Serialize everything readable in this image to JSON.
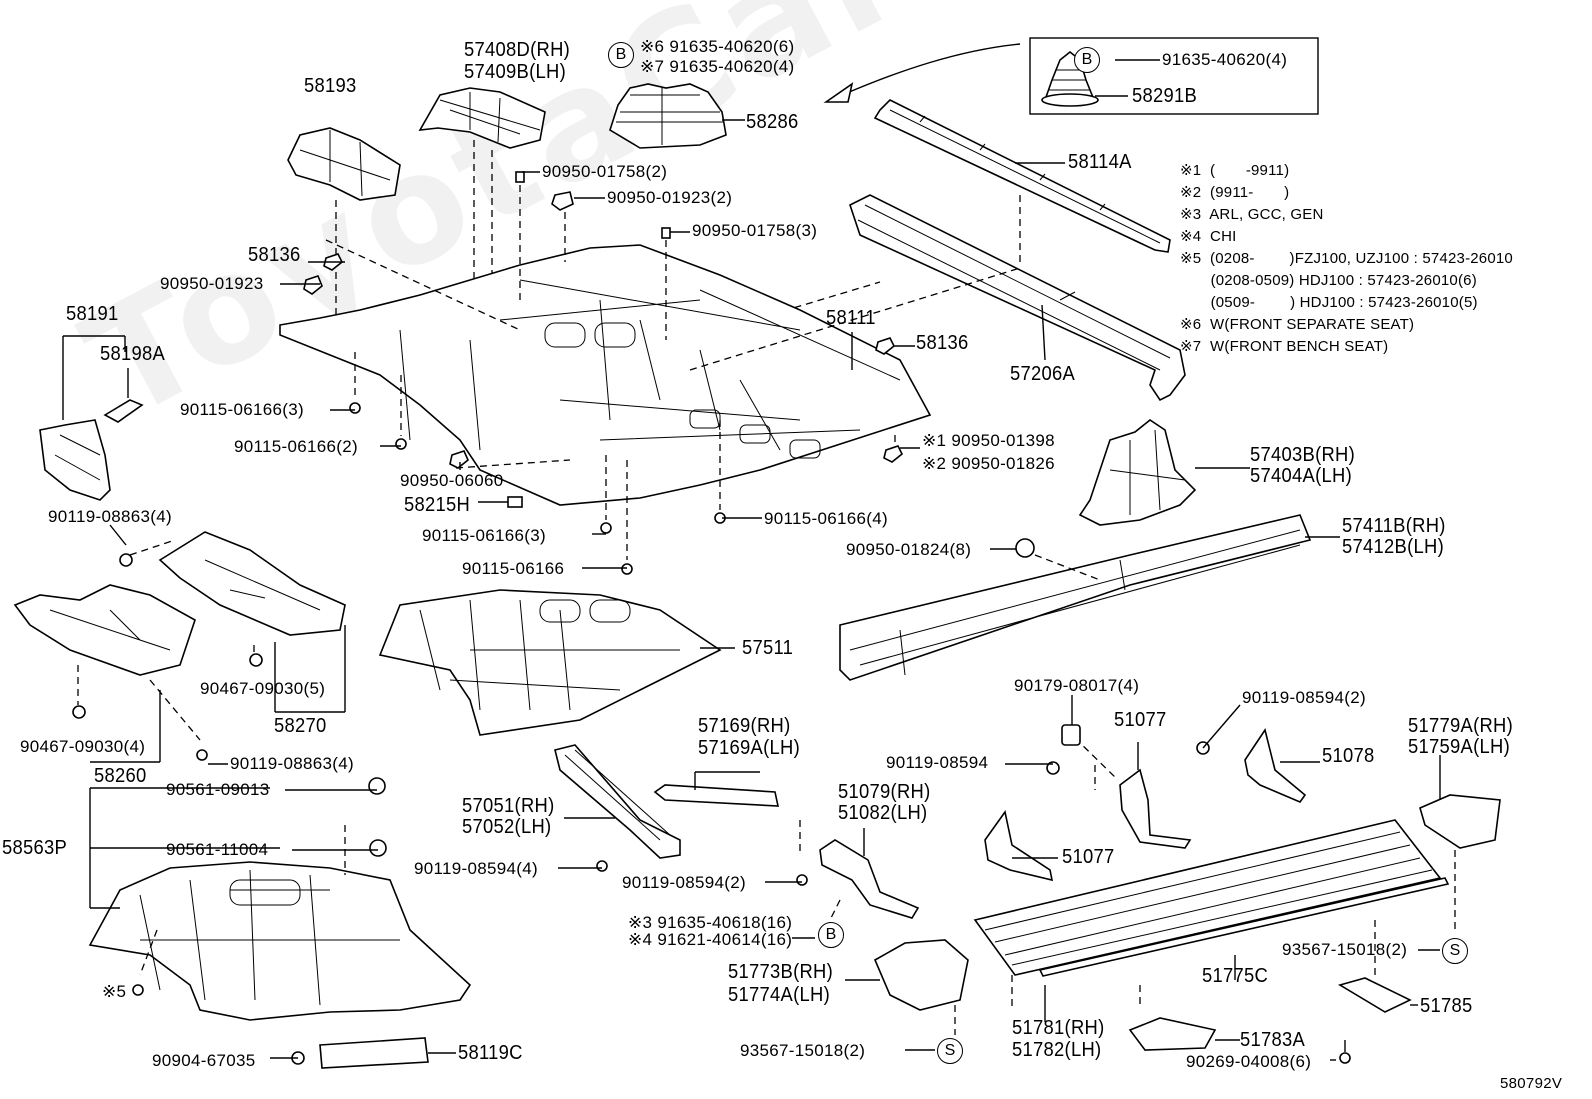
{
  "watermark": "ToyotaCarMine.ru",
  "diagram_code": "580792V",
  "circle_letters": {
    "b": "B",
    "s": "S"
  },
  "labels": {
    "p57408D": "57408D(RH)",
    "p57409B": "57409B(LH)",
    "p58193": "58193",
    "p58286_n6": "※6 91635-40620(6)",
    "p58286_n7": "※7 91635-40620(4)",
    "p58286": "58286",
    "p91635_40620_4": "91635-40620(4)",
    "p58291B": "58291B",
    "p58114A": "58114A",
    "p90950_01758_2": "90950-01758(2)",
    "p90950_01923_2": "90950-01923(2)",
    "p90950_01758_3": "90950-01758(3)",
    "p58136a": "58136",
    "p90950_01923": "90950-01923",
    "p58191": "58191",
    "p58198A": "58198A",
    "p58111": "58111",
    "p58136b": "58136",
    "p57206A": "57206A",
    "p90115_06166_3a": "90115-06166(3)",
    "p90115_06166_2": "90115-06166(2)",
    "p90950_06060": "90950-06060",
    "p90950_01398": "※1 90950-01398",
    "p90950_01826": "※2 90950-01826",
    "p57403B": "57403B(RH)",
    "p57404A": "57404A(LH)",
    "p58215H": "58215H",
    "p90119_08863_4a": "90119-08863(4)",
    "p90115_06166_3b": "90115-06166(3)",
    "p90115_06166_4": "90115-06166(4)",
    "p57411B": "57411B(RH)",
    "p57412B": "57412B(LH)",
    "p90950_01824_8": "90950-01824(8)",
    "p90115_06166": "90115-06166",
    "p57511": "57511",
    "p90467_09030_5": "90467-09030(5)",
    "p58270": "58270",
    "p90467_09030_4": "90467-09030(4)",
    "p90119_08863_4b": "90119-08863(4)",
    "p58260": "58260",
    "p90179_08017_4": "90179-08017(4)",
    "p90119_08594_2a": "90119-08594(2)",
    "p51077a": "51077",
    "p51078": "51078",
    "p57169": "57169(RH)",
    "p57169A": "57169A(LH)",
    "p51779A": "51779A(RH)",
    "p51759A": "51759A(LH)",
    "p90119_08594": "90119-08594",
    "p90561_09013": "90561-09013",
    "p51079": "51079(RH)",
    "p51082": "51082(LH)",
    "p57051": "57051(RH)",
    "p57052": "57052(LH)",
    "p58563P": "58563P",
    "p90561_11004": "90561-11004",
    "p51077b": "51077",
    "p90119_08594_4": "90119-08594(4)",
    "p90119_08594_2b": "90119-08594(2)",
    "p91635_40618": "※3 91635-40618(16)",
    "p91621_40614": "※4 91621-40614(16)",
    "p93567_15018_2a": "93567-15018(2)",
    "p51775C": "51775C",
    "p51773B": "51773B(RH)",
    "p51774A": "51774A(LH)",
    "p51785": "51785",
    "p5note": "※5",
    "p93567_15018_2b": "93567-15018(2)",
    "p51781": "51781(RH)",
    "p51782": "51782(LH)",
    "p51783A": "51783A",
    "p90904_67035": "90904-67035",
    "p58119C": "58119C",
    "p90269_04008_6": "90269-04008(6)"
  },
  "notes": [
    "※1  (       -9911)",
    "※2  (9911-       )",
    "※3  ARL, GCC, GEN",
    "※4  CHI",
    "※5  (0208-        )FZJ100, UZJ100 : 57423-26010",
    "       (0208-0509) HDJ100 : 57423-26010(6)",
    "       (0509-        ) HDJ100 : 57423-26010(5)",
    "※6  W(FRONT SEPARATE SEAT)",
    "※7  W(FRONT BENCH SEAT)"
  ]
}
